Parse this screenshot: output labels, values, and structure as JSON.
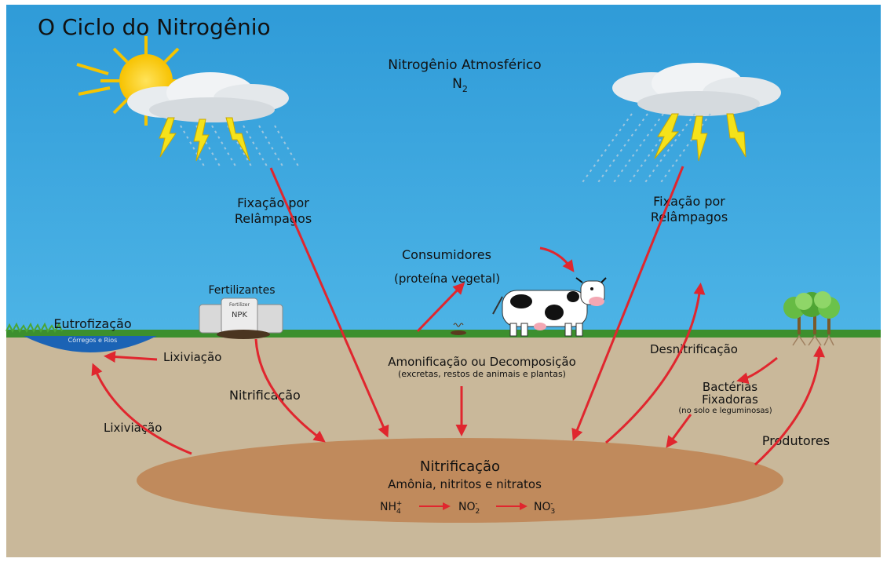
{
  "title": "O Ciclo do Nitrogênio",
  "atmosphere": {
    "label": "Nitrogênio Atmosférico",
    "formula": "N",
    "subscript": "2"
  },
  "lightning_left": {
    "line1": "Fixação por",
    "line2": "Relâmpagos"
  },
  "lightning_right": {
    "line1": "Fixação por",
    "line2": "Relâmpagos"
  },
  "consumers": {
    "label": "Consumidores",
    "sub": "(proteína vegetal)"
  },
  "fertilizer": {
    "label": "Fertilizantes",
    "bag_label": "NPK",
    "bag_top": "Fertilizer"
  },
  "eutrophication": {
    "label": "Eutrofização",
    "sub": "Córregos e Rios"
  },
  "leaching_1": "Lixiviação",
  "leaching_2": "Lixiviação",
  "nitrification_arrow": "Nitrificação",
  "ammonification": {
    "label": "Amonificação ou Decomposição",
    "sub": "(excretas, restos de animais e plantas)"
  },
  "denitrification": "Desnitrificação",
  "bacteria": {
    "line1": "Bactérias",
    "line2": "Fixadoras",
    "sub": "(no solo e leguminosas)"
  },
  "producers": "Produtores",
  "soil_pool": {
    "title": "Nitrificação",
    "sub": "Amônia, nitritos e nitratos",
    "nh4": "NH",
    "nh4_sub": "4",
    "nh4_sup": "+",
    "no2": "NO",
    "no2_sub": "2",
    "no2_sup": "-",
    "no3": "NO",
    "no3_sub": "3",
    "no3_sup": "-"
  },
  "colors": {
    "sky": "#3aa3dc",
    "soil": "#c9b89a",
    "pool": "#c08a5c",
    "arrow": "#e0262e",
    "grass": "#3c8f2e"
  }
}
